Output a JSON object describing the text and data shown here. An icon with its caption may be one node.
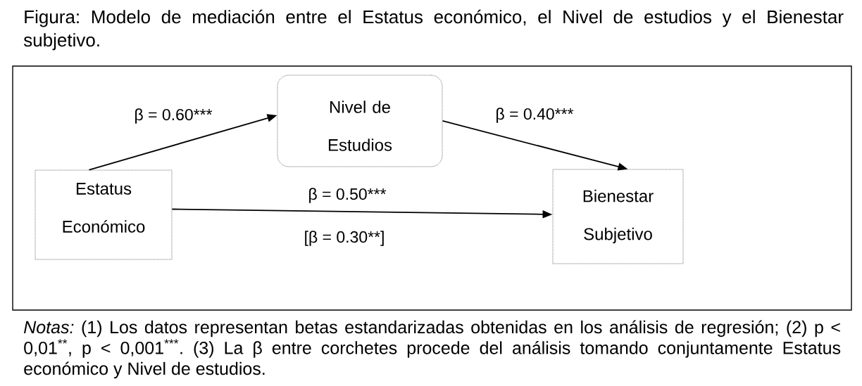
{
  "diagram": {
    "title": "Figura: Modelo de mediación entre el Estatus económico, el Nivel de estudios y el Bienestar subjetivo.",
    "caption": "*Notas:* (1) Los datos representan betas estandarizadas obtenidas en los análisis de regresión; (2) p < 0,01$^{**}$, p < 0,001$^{***}$. (3) La β entre corchetes procede del análisis tomando conjuntamente Estatus económico y Nivel de estudios.",
    "nodes": [
      {
        "text": [
          "Estatus Económico"
        ]
      },
      {
        "text": [
          "Nivel de Estudios"
        ]
      },
      {
        "text": [
          "Bienestar Subjetivo"
        ]
      }
    ],
    "edges": [
      {
        "from": 0,
        "to": 1,
        "arrow": "to",
        "label": "β = 0.60***"
      },
      {
        "from": 1,
        "to": 2,
        "arrow": "to",
        "label": "β = 0.40***"
      },
      {
        "from": 0,
        "to": 2,
        "arrow": "to",
        "label": "β = 0.50***"
      }
    ],
    "labels": [
      "[β = 0.30**]"
    ]
  }
}
